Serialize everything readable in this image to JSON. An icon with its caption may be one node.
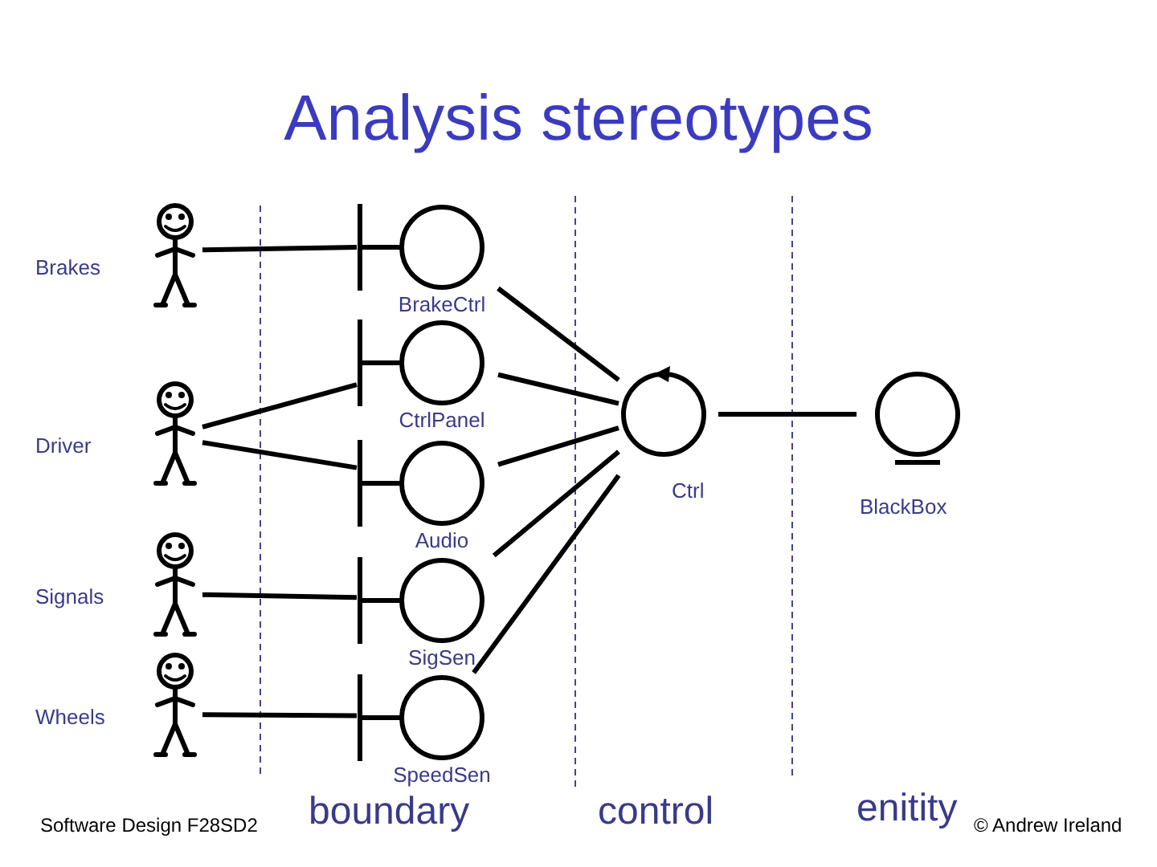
{
  "diagram": {
    "title": "Analysis stereotypes",
    "nodes": [
      {
        "text": [
          "Brakes"
        ]
      },
      {
        "text": [
          "Driver"
        ]
      },
      {
        "text": [
          "Signals"
        ]
      },
      {
        "text": [
          "Wheels"
        ]
      },
      {
        "text": [
          "BrakeCtrl"
        ]
      },
      {
        "text": [
          "CtrlPanel"
        ]
      },
      {
        "text": [
          "Audio"
        ]
      },
      {
        "text": [
          "SigSen"
        ]
      },
      {
        "text": [
          "SpeedSen"
        ]
      },
      {
        "text": [
          "Ctrl"
        ]
      },
      {
        "text": [
          "BlackBox"
        ]
      }
    ],
    "edges": [
      {
        "from": 0,
        "to": 4,
        "arrow": "none"
      },
      {
        "from": 1,
        "to": 5,
        "arrow": "none"
      },
      {
        "from": 1,
        "to": 6,
        "arrow": "none"
      },
      {
        "from": 2,
        "to": 7,
        "arrow": "none"
      },
      {
        "from": 3,
        "to": 8,
        "arrow": "none"
      },
      {
        "from": 4,
        "to": 9,
        "arrow": "none"
      },
      {
        "from": 5,
        "to": 9,
        "arrow": "none"
      },
      {
        "from": 6,
        "to": 9,
        "arrow": "none"
      },
      {
        "from": 7,
        "to": 9,
        "arrow": "none"
      },
      {
        "from": 8,
        "to": 9,
        "arrow": "none"
      },
      {
        "from": 9,
        "to": 10,
        "arrow": "none"
      }
    ],
    "labels": [
      "Software Design F28SD2",
      "boundary",
      "control",
      "enitity",
      "© Andrew Ireland"
    ]
  }
}
